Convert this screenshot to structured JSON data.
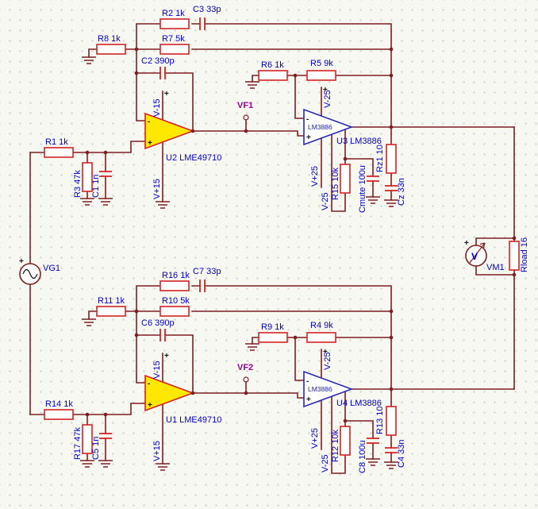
{
  "schematic": {
    "marks": {
      "plus": "+",
      "minus": "-"
    },
    "colors": {
      "wire": "#7d1f1f",
      "component_outline": "#d42323",
      "label": "#0000cd",
      "probe_label": "#990099",
      "opamp_fill": "#ffe800",
      "power_amp_outline": "#2a2ab0",
      "grid_dot": "#cfcfc6",
      "background": "#f8f8f2"
    },
    "top_channel": {
      "r2": "R2 1k",
      "c3": "C3 33p",
      "r8": "R8 1k",
      "r7": "R7 5k",
      "c2": "C2 390p",
      "r6": "R6 1k",
      "r5": "R5 9k",
      "r1": "R1 1k",
      "r3": "R3 47k",
      "c1": "C1 1n",
      "u2_ref": "U2 LME49710",
      "u2_vneg": "V-15",
      "u2_vpos": "V+15",
      "vf1": "VF1",
      "u3_ref": "U3 LM3886",
      "u3_part": "LM3886",
      "u3_vneg": "V-25",
      "u3_vpos": "V+25",
      "u3_vneg2": "V-25",
      "r15": "R15 10k",
      "cmute": "Cmute 100u",
      "rz1": "Rz1 10",
      "cz": "Cz 33n"
    },
    "bottom_channel": {
      "r16": "R16 1k",
      "c7": "C7 33p",
      "r11": "R11 1k",
      "r10": "R10 5k",
      "c6": "C6 390p",
      "r9": "R9 1k",
      "r4": "R4 9k",
      "r14": "R14 1k",
      "r17": "R17 47k",
      "c5": "C5 1n",
      "u1_ref": "U1 LME49710",
      "u1_vneg": "V-15",
      "u1_vpos": "V+15",
      "vf2": "VF2",
      "u4_ref": "U4 LM3886",
      "u4_part": "LM3886",
      "u4_vneg": "V-25",
      "u4_vpos": "V+25",
      "u4_vneg2": "V-25",
      "r12": "R12 10k",
      "c8": "C8 100u",
      "r13": "R13 10",
      "c4": "C4 33n"
    },
    "source": {
      "vg1": "VG1"
    },
    "load": {
      "vm1": "VM1",
      "vm1_symbol": "V",
      "rload": "Rload 16"
    }
  }
}
